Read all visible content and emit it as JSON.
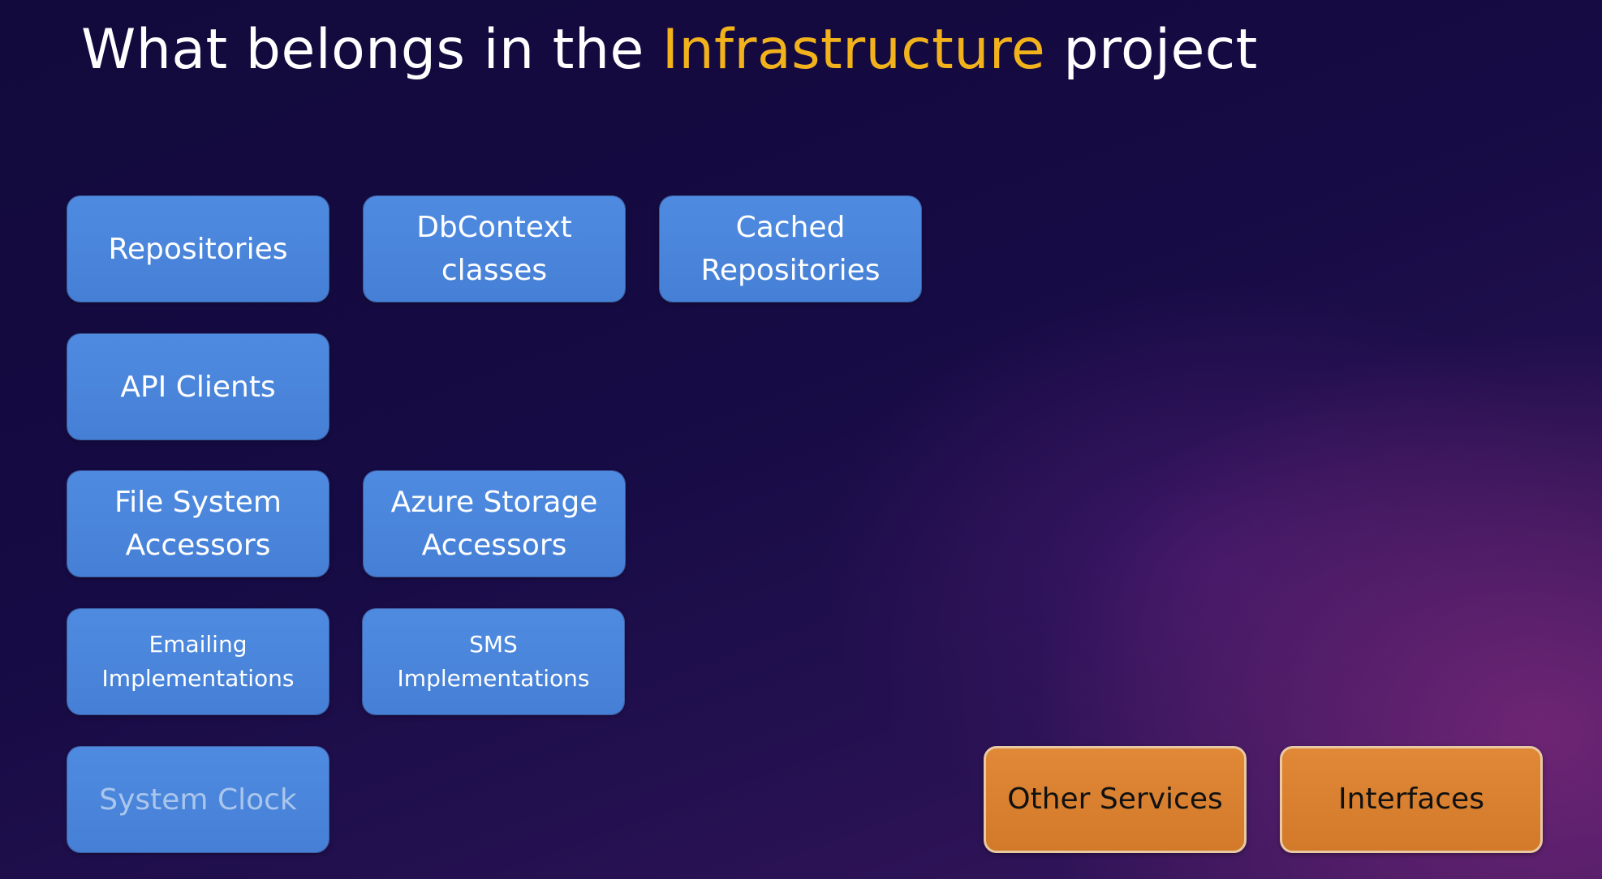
{
  "slide": {
    "title_prefix": "What belongs in the ",
    "title_highlight": "Infrastructure",
    "title_suffix": " project",
    "highlight_color": "#f2b21c"
  },
  "blue_boxes": {
    "repositories": "Repositories",
    "dbcontext": "DbContext\nclasses",
    "cached_repositories": "Cached\nRepositories",
    "api_clients": "API Clients",
    "file_system": "File System\nAccessors",
    "azure_storage": "Azure Storage\nAccessors",
    "emailing": "Emailing\nImplementations",
    "sms": "SMS\nImplementations",
    "system_clock": "System Clock"
  },
  "orange_boxes": {
    "other_services": "Other Services",
    "interfaces": "Interfaces"
  },
  "colors": {
    "blue_box": "#4680d6",
    "orange_box": "#d27a2a",
    "background": "#160b44"
  }
}
